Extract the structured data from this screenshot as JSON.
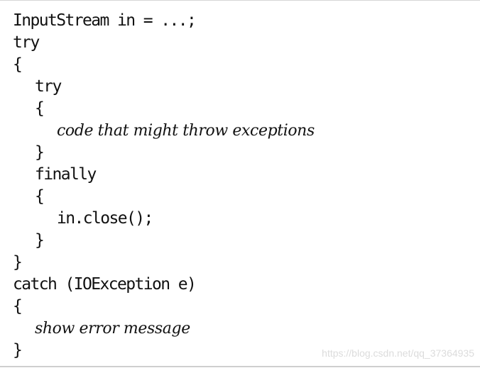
{
  "code_lines": [
    {
      "text": "InputStream in = ...;",
      "kind": "code",
      "indent": 0
    },
    {
      "text": "try",
      "kind": "code",
      "indent": 0
    },
    {
      "text": "{",
      "kind": "code",
      "indent": 0
    },
    {
      "text": "try",
      "kind": "code",
      "indent": 1
    },
    {
      "text": "{",
      "kind": "code",
      "indent": 1
    },
    {
      "text": "code that might throw exceptions",
      "kind": "prose",
      "indent": 2
    },
    {
      "text": "}",
      "kind": "code",
      "indent": 1
    },
    {
      "text": "finally",
      "kind": "code",
      "indent": 1
    },
    {
      "text": "{",
      "kind": "code",
      "indent": 1
    },
    {
      "text": "in.close();",
      "kind": "code",
      "indent": 2
    },
    {
      "text": "}",
      "kind": "code",
      "indent": 1
    },
    {
      "text": "}",
      "kind": "code",
      "indent": 0
    },
    {
      "text": "catch (IOException e)",
      "kind": "code",
      "indent": 0
    },
    {
      "text": "{",
      "kind": "code",
      "indent": 0
    },
    {
      "text": "show error message",
      "kind": "prose",
      "indent": 1
    },
    {
      "text": "}",
      "kind": "code",
      "indent": 0
    }
  ],
  "watermark": "https://blog.csdn.net/qq_37364935"
}
